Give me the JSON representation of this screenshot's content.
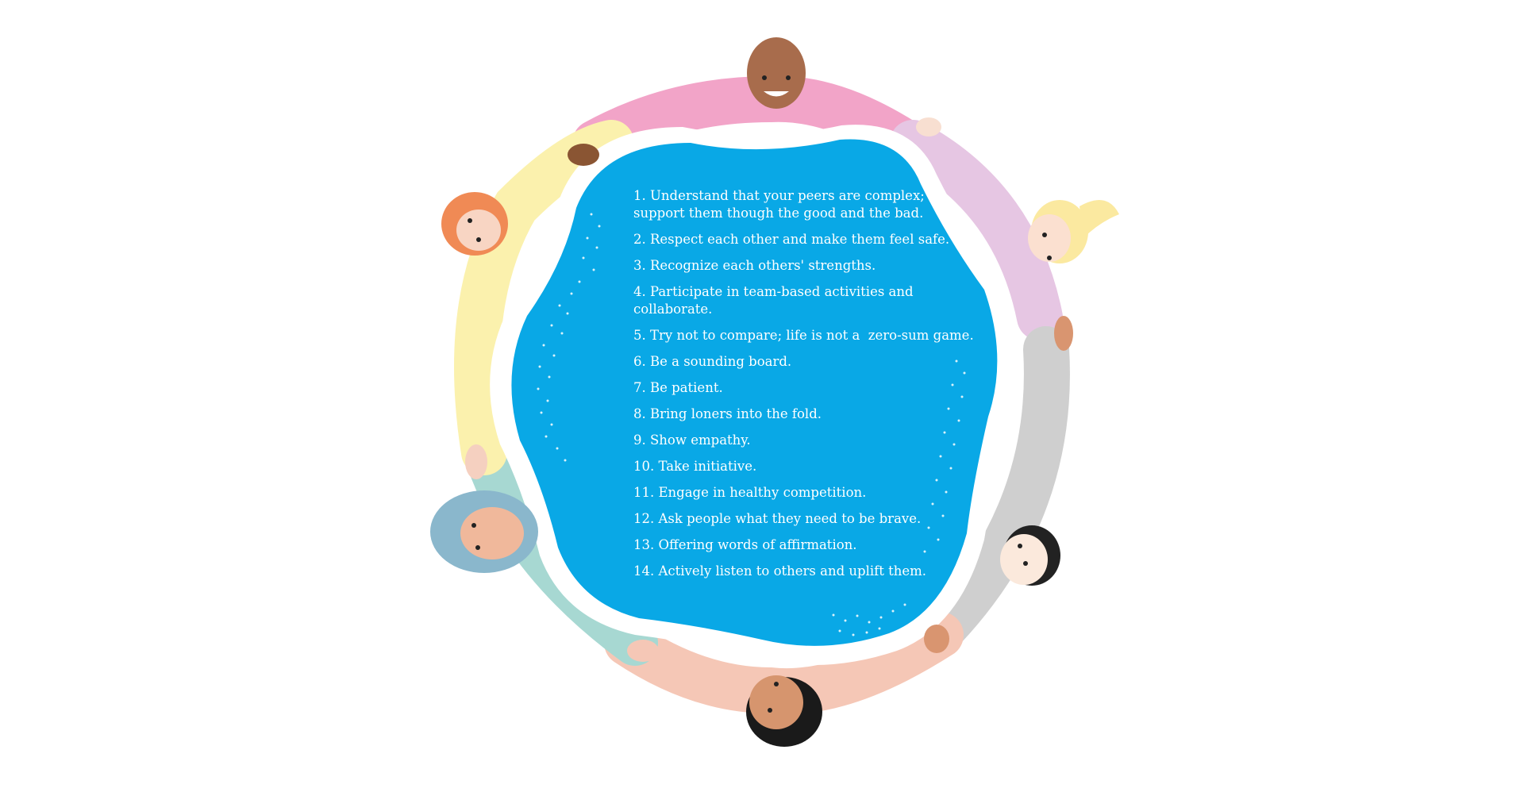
{
  "colors": {
    "circle_fill": "#09a8e6",
    "circle_border": "#ffffff",
    "text": "#ffffff",
    "shirt_top": "#f2a4c8",
    "shirt_upper_right": "#e6c6e3",
    "shirt_right": "#cfcfcf",
    "shirt_bottom": "#f5c7b6",
    "scarf_left": "#a7d8d2",
    "shirt_upper_left": "#fbf1ad",
    "hijab": "#8ab7cc"
  },
  "icons": {
    "people": [
      "bald-person-icon",
      "blonde-person-icon",
      "dark-hair-person-icon",
      "curly-hair-person-icon",
      "hijab-person-icon",
      "bearded-person-icon"
    ],
    "decoration": "dots-pattern-icon"
  },
  "tips": [
    "1. Understand that your peers are complex;\nsupport them though the good and the bad.",
    "2. Respect each other and make them feel safe.",
    "3. Recognize each others' strengths.",
    "4. Participate in team-based activities and\ncollaborate.",
    "5. Try not to compare; life is not a  zero-sum game.",
    "6. Be a sounding board.",
    "7. Be patient.",
    "8. Bring loners into the fold.",
    "9. Show empathy.",
    "10. Take initiative.",
    "11. Engage in healthy competition.",
    "12. Ask people what they need to be brave.",
    "13. Offering words of affirmation.",
    "14. Actively listen to others and uplift them."
  ]
}
